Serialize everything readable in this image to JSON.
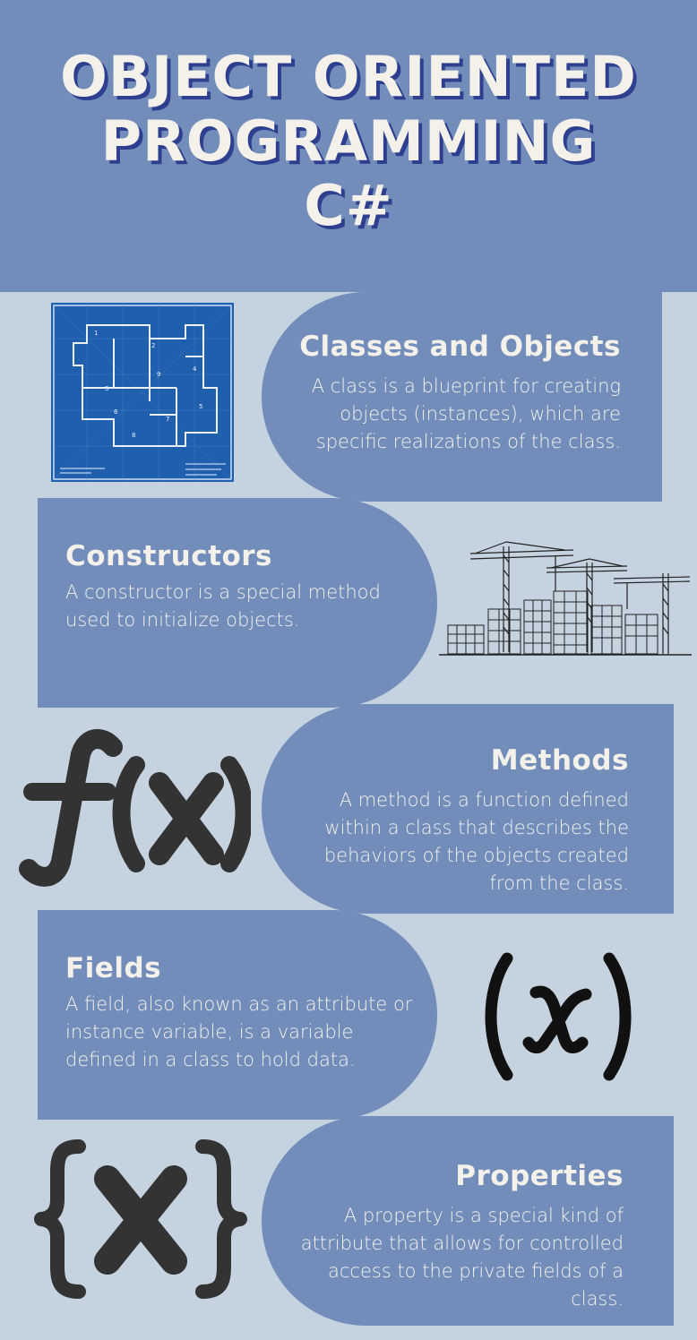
{
  "header": {
    "title_line1": "OBJECT ORIENTED",
    "title_line2": "PROGRAMMING",
    "title_line3": "C#"
  },
  "sections": [
    {
      "title": "Classes and Objects",
      "text": "A class is a blueprint for creating objects (instances), which are specific realizations of the class.",
      "icon": "blueprint-icon"
    },
    {
      "title": "Constructors",
      "text": "A constructor is a special method used to initialize objects.",
      "icon": "construction-cranes-icon"
    },
    {
      "title": "Methods",
      "text": "A method is a function defined within a class that describes the behaviors of the objects created from the class.",
      "icon": "function-fx-icon"
    },
    {
      "title": "Fields",
      "text": "A field, also known as an attribute or instance variable, is a variable defined in a class to hold data.",
      "icon": "variable-paren-x-icon"
    },
    {
      "title": "Properties",
      "text": "A property is a special kind of attribute that allows for controlled access to the private fields of a class.",
      "icon": "variable-brace-x-icon"
    }
  ],
  "blueprint": {
    "numbers": [
      "1",
      "2",
      "3",
      "4",
      "5",
      "6",
      "7",
      "8",
      "9"
    ]
  },
  "colors": {
    "background": "#c4d3df",
    "card": "#738dbb",
    "text_light": "#f3f1ea",
    "title_shadow": "#2f3f8f",
    "icon_dark": "#333333",
    "blueprint_blue": "#1f5fae"
  }
}
